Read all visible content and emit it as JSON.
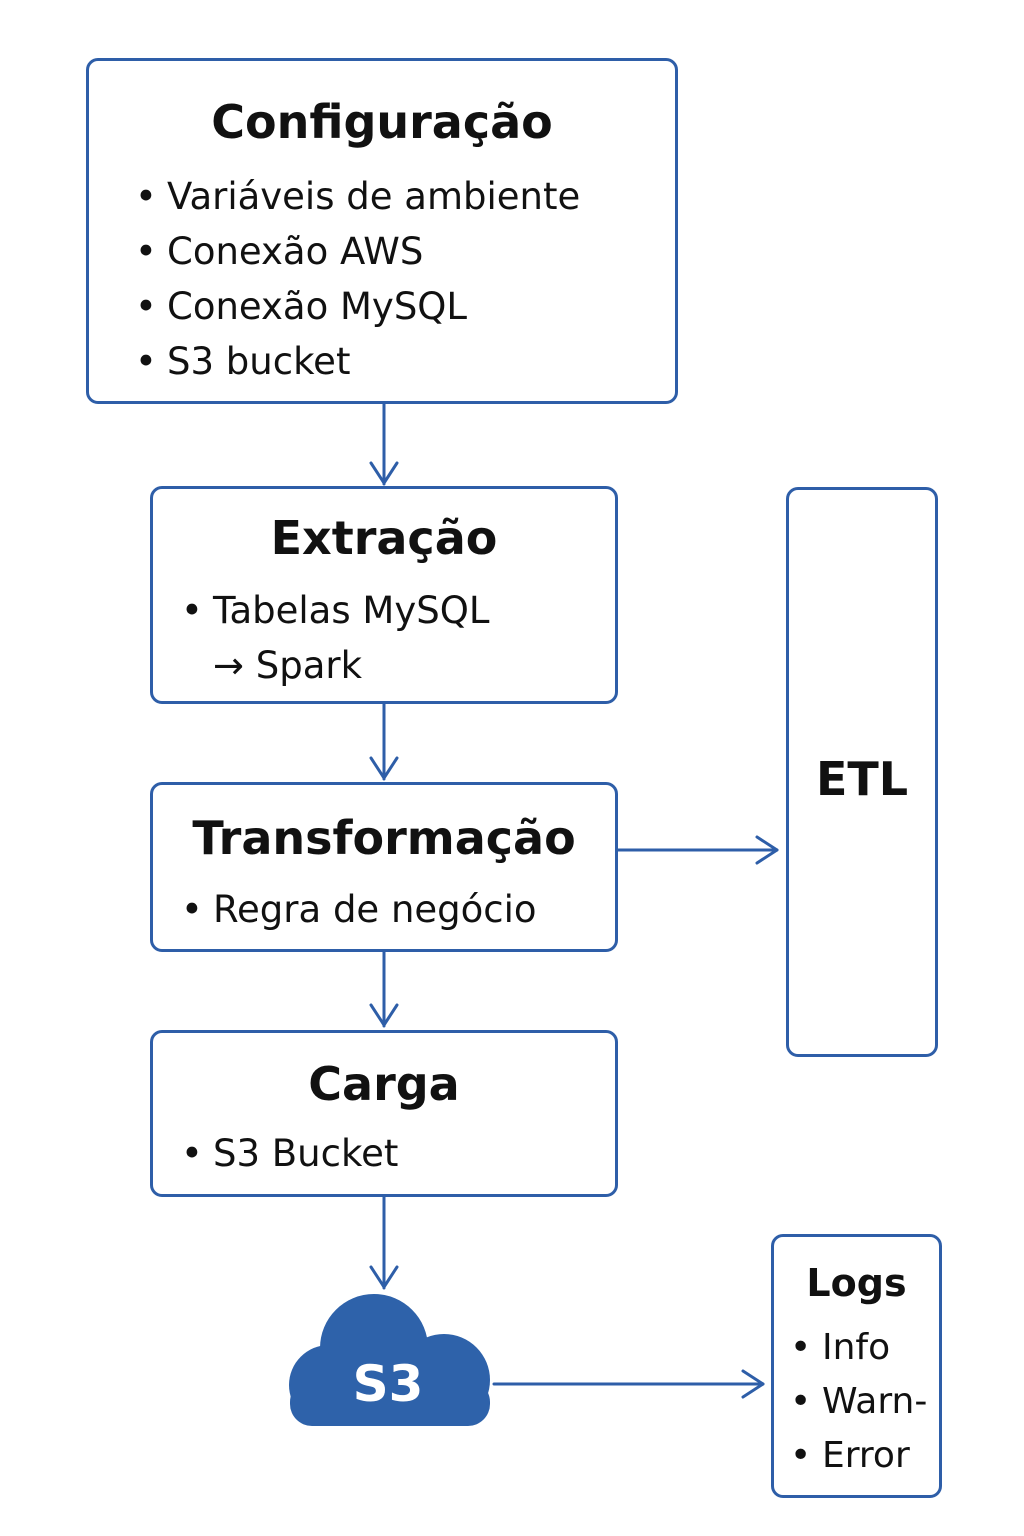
{
  "configuracao": {
    "title": "Configuração",
    "items": [
      "Variáveis de ambiente",
      "Conexão AWS",
      "Conexão MySQL",
      "S3 bucket"
    ]
  },
  "extracao": {
    "title": "Extração",
    "item_line1": "Tabelas MySQL",
    "item_line2": "→ Spark"
  },
  "transformacao": {
    "title": "Transformação",
    "items": [
      "Regra de negócio"
    ]
  },
  "carga": {
    "title": "Carga",
    "items": [
      "S3 Bucket"
    ]
  },
  "etl": {
    "label": "ETL"
  },
  "s3": {
    "label": "S3"
  },
  "logs": {
    "title": "Logs",
    "items": [
      "Info",
      "Warn-",
      "Error"
    ]
  },
  "colors": {
    "stroke": "#2e5ea8",
    "cloud_fill": "#2e62aa",
    "text": "#111111"
  }
}
